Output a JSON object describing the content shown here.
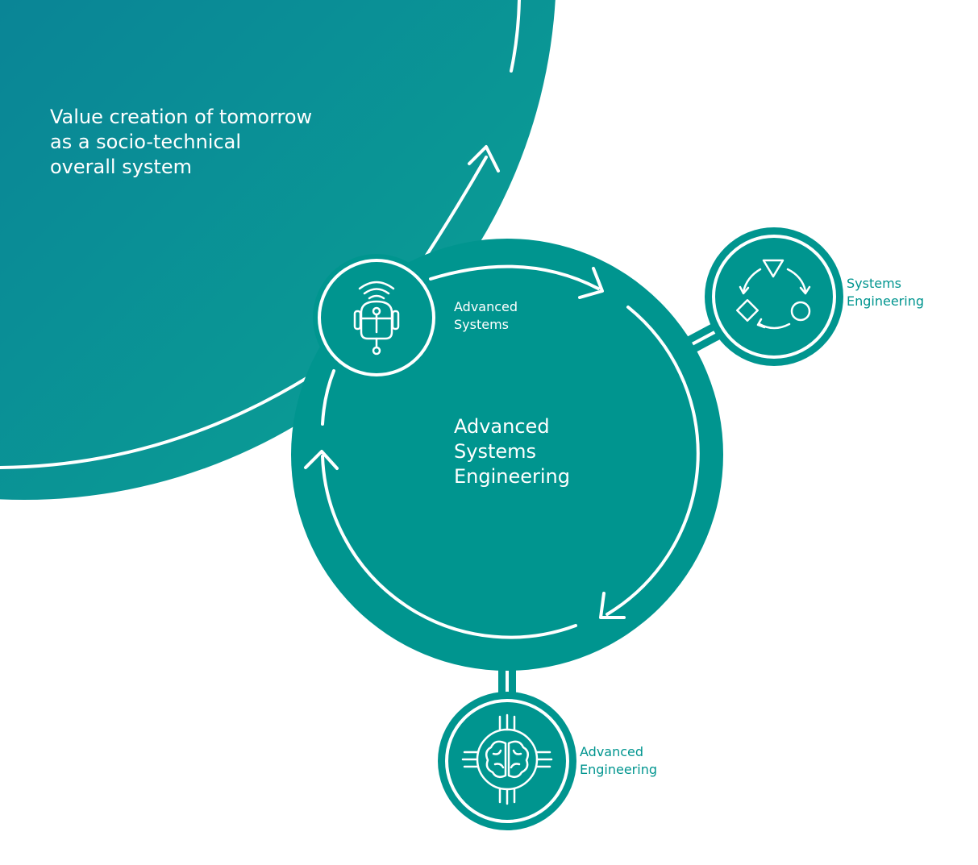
{
  "colors": {
    "big_circle_start": "#0b6a99",
    "big_circle_end": "#0a9a92",
    "teal": "#00958f",
    "white": "#ffffff"
  },
  "big_circle": {
    "label_lines": [
      "Value creation of tomorrow",
      "as a socio-technical",
      "overall system"
    ]
  },
  "center": {
    "label_lines": [
      "Advanced",
      "Systems",
      "Engineering"
    ]
  },
  "nodes": {
    "advanced_systems": {
      "label_lines": [
        "Advanced",
        "Systems"
      ],
      "icon": "robot-icon"
    },
    "systems_engineering": {
      "label_lines": [
        "Systems",
        "Engineering"
      ],
      "icon": "cycle-shapes-icon"
    },
    "advanced_engineering": {
      "label_lines": [
        "Advanced",
        "Engineering"
      ],
      "icon": "brain-chip-icon"
    }
  }
}
